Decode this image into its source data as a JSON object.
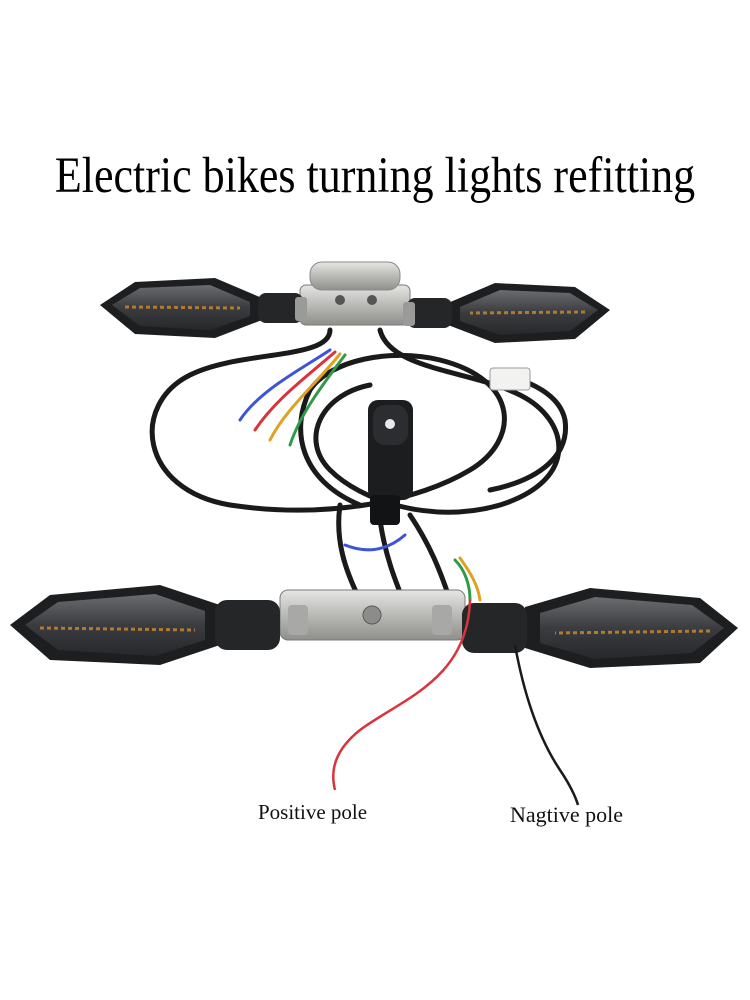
{
  "title": "Electric bikes turning lights refitting",
  "labels": {
    "positive": "Positive pole",
    "negative": "Nagtive pole"
  },
  "colors": {
    "lens": "#3b3d40",
    "housing": "#1e1f21",
    "bracket": "#c9c9c7",
    "wire_black": "#1a1a1a",
    "wire_red": "#d8343e",
    "amber": "#c8892c"
  }
}
